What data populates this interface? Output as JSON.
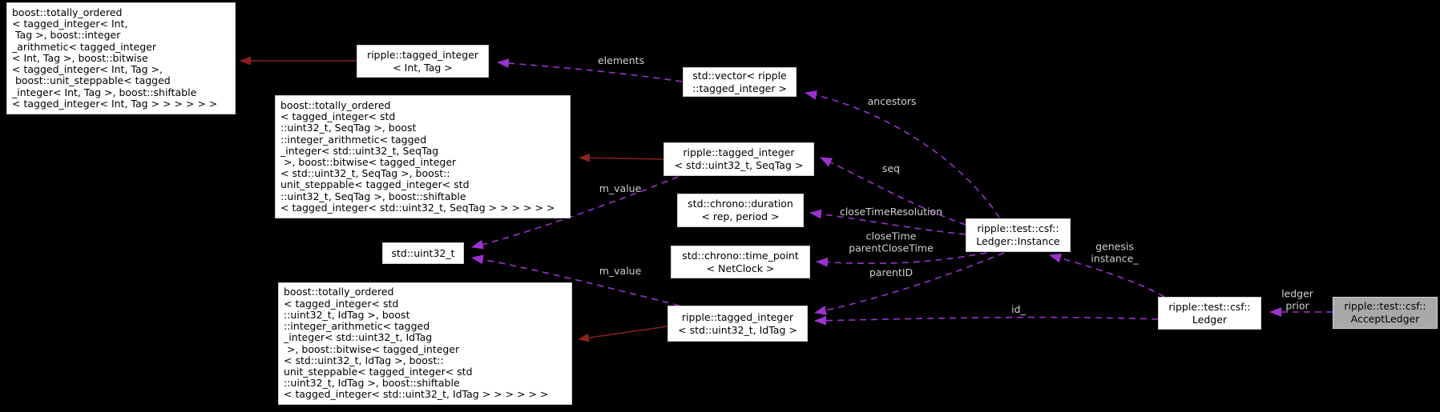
{
  "diagram": {
    "title": "Collaboration graph for ripple::test::csf::AcceptLedger",
    "colors": {
      "background": "#000000",
      "node_fill": "#ffffff",
      "node_border": "#cfcfcf",
      "node_text": "#000000",
      "highlight_fill": "#a9a9a9",
      "inheritance_edge": "#8b1f1f",
      "usage_edge": "#9a32cd",
      "edge_label": "#d0d0d0"
    },
    "nodes": {
      "boost_int_tag": {
        "text": "boost::totally_ordered\n< tagged_integer< Int,\n Tag >, boost::integer\n_arithmetic< tagged_integer\n< Int, Tag >, boost::bitwise\n< tagged_integer< Int, Tag >,\n boost::unit_steppable< tagged\n_integer< Int, Tag >, boost::shiftable\n< tagged_integer< Int, Tag > > > > > >"
      },
      "tagged_int_tag": {
        "text": "ripple::tagged_integer\n< Int, Tag >"
      },
      "vector": {
        "text": "std::vector< ripple\n::tagged_integer >"
      },
      "boost_seqtag": {
        "text": "boost::totally_ordered\n< tagged_integer< std\n::uint32_t, SeqTag >, boost\n::integer_arithmetic< tagged\n_integer< std::uint32_t, SeqTag\n >, boost::bitwise< tagged_integer\n< std::uint32_t, SeqTag >, boost::\nunit_steppable< tagged_integer< std\n::uint32_t, SeqTag >, boost::shiftable\n< tagged_integer< std::uint32_t, SeqTag > > > > > >"
      },
      "tagged_seqtag": {
        "text": "ripple::tagged_integer\n< std::uint32_t, SeqTag >"
      },
      "duration": {
        "text": "std::chrono::duration\n< rep, period >"
      },
      "timepoint": {
        "text": "std::chrono::time_point\n< NetClock >"
      },
      "uint32": {
        "text": "std::uint32_t"
      },
      "boost_idtag": {
        "text": "boost::totally_ordered\n< tagged_integer< std\n::uint32_t, IdTag >, boost\n::integer_arithmetic< tagged\n_integer< std::uint32_t, IdTag\n >, boost::bitwise< tagged_integer\n< std::uint32_t, IdTag >, boost::\nunit_steppable< tagged_integer< std\n::uint32_t, IdTag >, boost::shiftable\n< tagged_integer< std::uint32_t, IdTag > > > > > >"
      },
      "tagged_idtag": {
        "text": "ripple::tagged_integer\n< std::uint32_t, IdTag >"
      },
      "instance": {
        "text": "ripple::test::csf::\nLedger::Instance"
      },
      "ledger": {
        "text": "ripple::test::csf::\nLedger"
      },
      "acceptledger": {
        "text": "ripple::test::csf::\nAcceptLedger"
      }
    },
    "edge_labels": {
      "elements": "elements",
      "ancestors": "ancestors",
      "seq": "seq",
      "closeTimeResolution": "closeTimeResolution",
      "closeTime_parentCloseTime": "closeTime\nparentCloseTime",
      "parentID": "parentID",
      "m_value_seq": "m_value",
      "m_value_id": "m_value",
      "genesis_instance": "genesis\ninstance_",
      "id": "id_",
      "ledger_prior": "ledger\nprior"
    }
  }
}
